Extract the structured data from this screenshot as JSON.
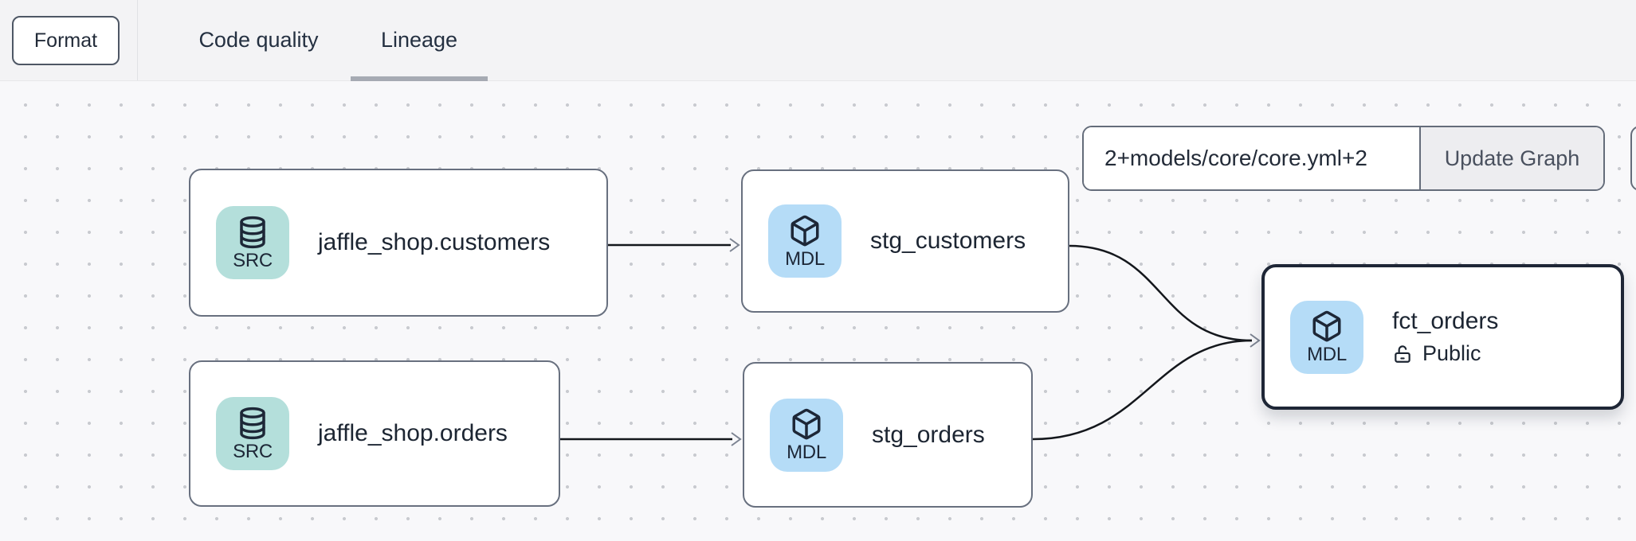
{
  "header": {
    "format_button": "Format",
    "tabs": [
      {
        "label": "Code quality",
        "active": false
      },
      {
        "label": "Lineage",
        "active": true
      }
    ]
  },
  "lineage_controls": {
    "selector_input_value": "2+models/core/core.yml+2",
    "update_button": "Update Graph"
  },
  "graph": {
    "nodes": [
      {
        "id": "source-customers",
        "badge": "SRC",
        "icon": "database",
        "title": "jaffle_shop.customers",
        "selected": false
      },
      {
        "id": "source-orders",
        "badge": "SRC",
        "icon": "database",
        "title": "jaffle_shop.orders",
        "selected": false
      },
      {
        "id": "stg-customers",
        "badge": "MDL",
        "icon": "cube",
        "title": "stg_customers",
        "selected": false
      },
      {
        "id": "stg-orders",
        "badge": "MDL",
        "icon": "cube",
        "title": "stg_orders",
        "selected": false
      },
      {
        "id": "fct-orders",
        "badge": "MDL",
        "icon": "cube",
        "title": "fct_orders",
        "access": "Public",
        "selected": true
      }
    ],
    "edges": [
      {
        "from": "source-customers",
        "to": "stg-customers"
      },
      {
        "from": "source-orders",
        "to": "stg-orders"
      },
      {
        "from": "stg-customers",
        "to": "fct-orders"
      },
      {
        "from": "stg-orders",
        "to": "fct-orders"
      }
    ]
  },
  "colors": {
    "source_badge": "#b4dfdb",
    "model_badge": "#b5dcf7",
    "node_border": "#68707f",
    "selected_node_border": "#1e2636",
    "edge_line": "#14171c",
    "arrowhead": "#7c8391",
    "canvas_bg": "#f8f8fa",
    "topbar_bg": "#f3f3f5",
    "active_tab_underline": "#a6aab3"
  }
}
